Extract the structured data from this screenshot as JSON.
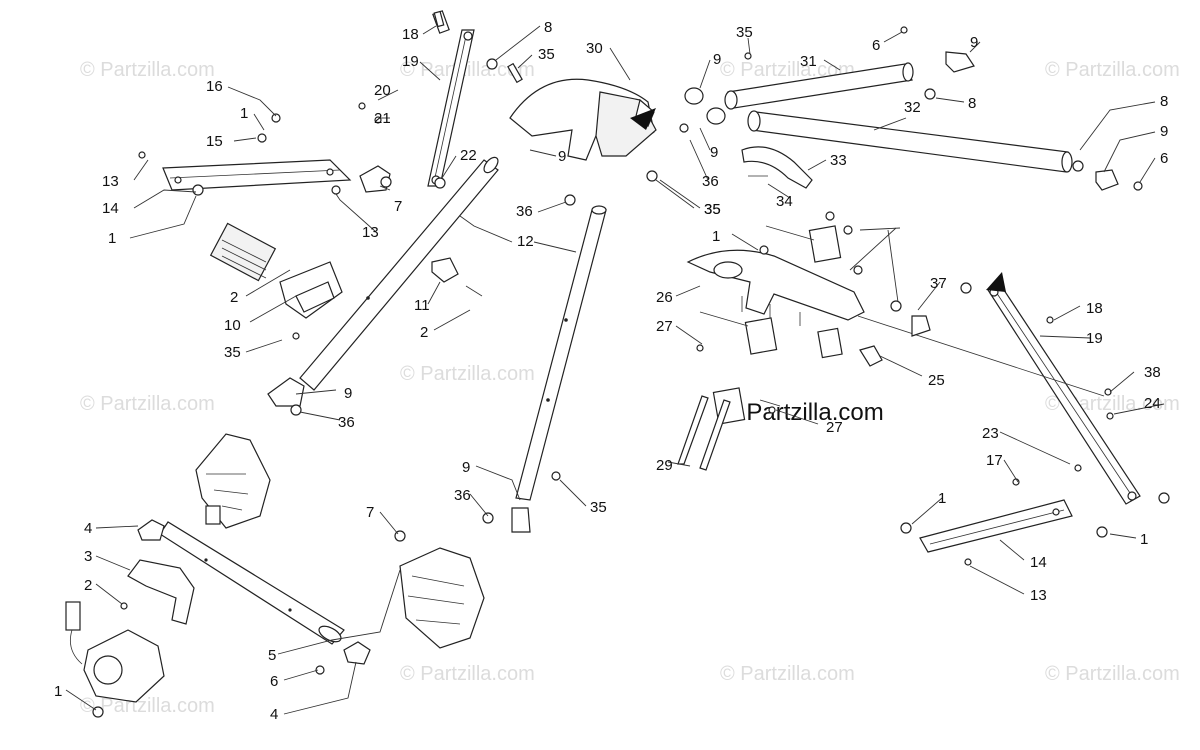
{
  "watermark": {
    "text": "© Partzilla.com",
    "color": "#dcdcdc"
  },
  "brand_label": "© Partzilla.com",
  "callouts": [
    "18",
    "8",
    "35",
    "30",
    "35",
    "9",
    "31",
    "6",
    "9",
    "19",
    "20",
    "21",
    "16",
    "1",
    "15",
    "13",
    "14",
    "1",
    "22",
    "7",
    "13",
    "9",
    "36",
    "35",
    "12",
    "9",
    "8",
    "32",
    "9",
    "8",
    "6",
    "33",
    "34",
    "36",
    "35",
    "1",
    "26",
    "27",
    "2",
    "10",
    "35",
    "11",
    "2",
    "9",
    "36",
    "37",
    "18",
    "19",
    "38",
    "24",
    "25",
    "27",
    "29",
    "23",
    "17",
    "1",
    "1",
    "14",
    "13",
    "4",
    "3",
    "2",
    "5",
    "6",
    "4",
    "1",
    "7",
    "9",
    "36",
    "35"
  ]
}
